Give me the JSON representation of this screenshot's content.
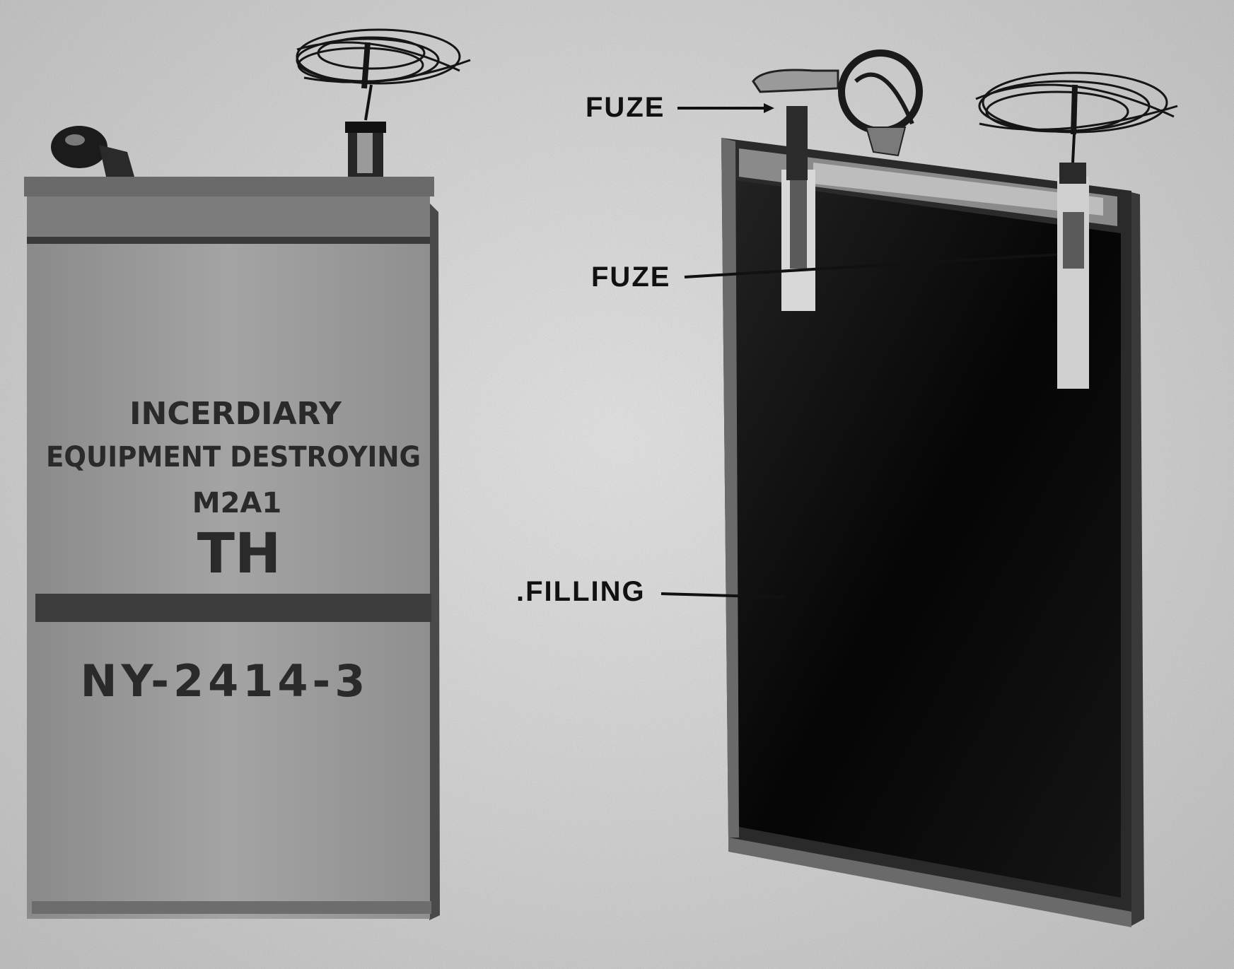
{
  "left_grenade": {
    "stencil_line_1": "INCERDIARY",
    "stencil_line_2": "EQUIPMENT DESTROYING",
    "stencil_line_3": "M2A1",
    "stencil_line_4": "TH",
    "lot_number": "NY-2414-3"
  },
  "callouts": {
    "fuze_top": "FUZE",
    "fuze_middle": "FUZE",
    "filling": ".FILLING"
  }
}
